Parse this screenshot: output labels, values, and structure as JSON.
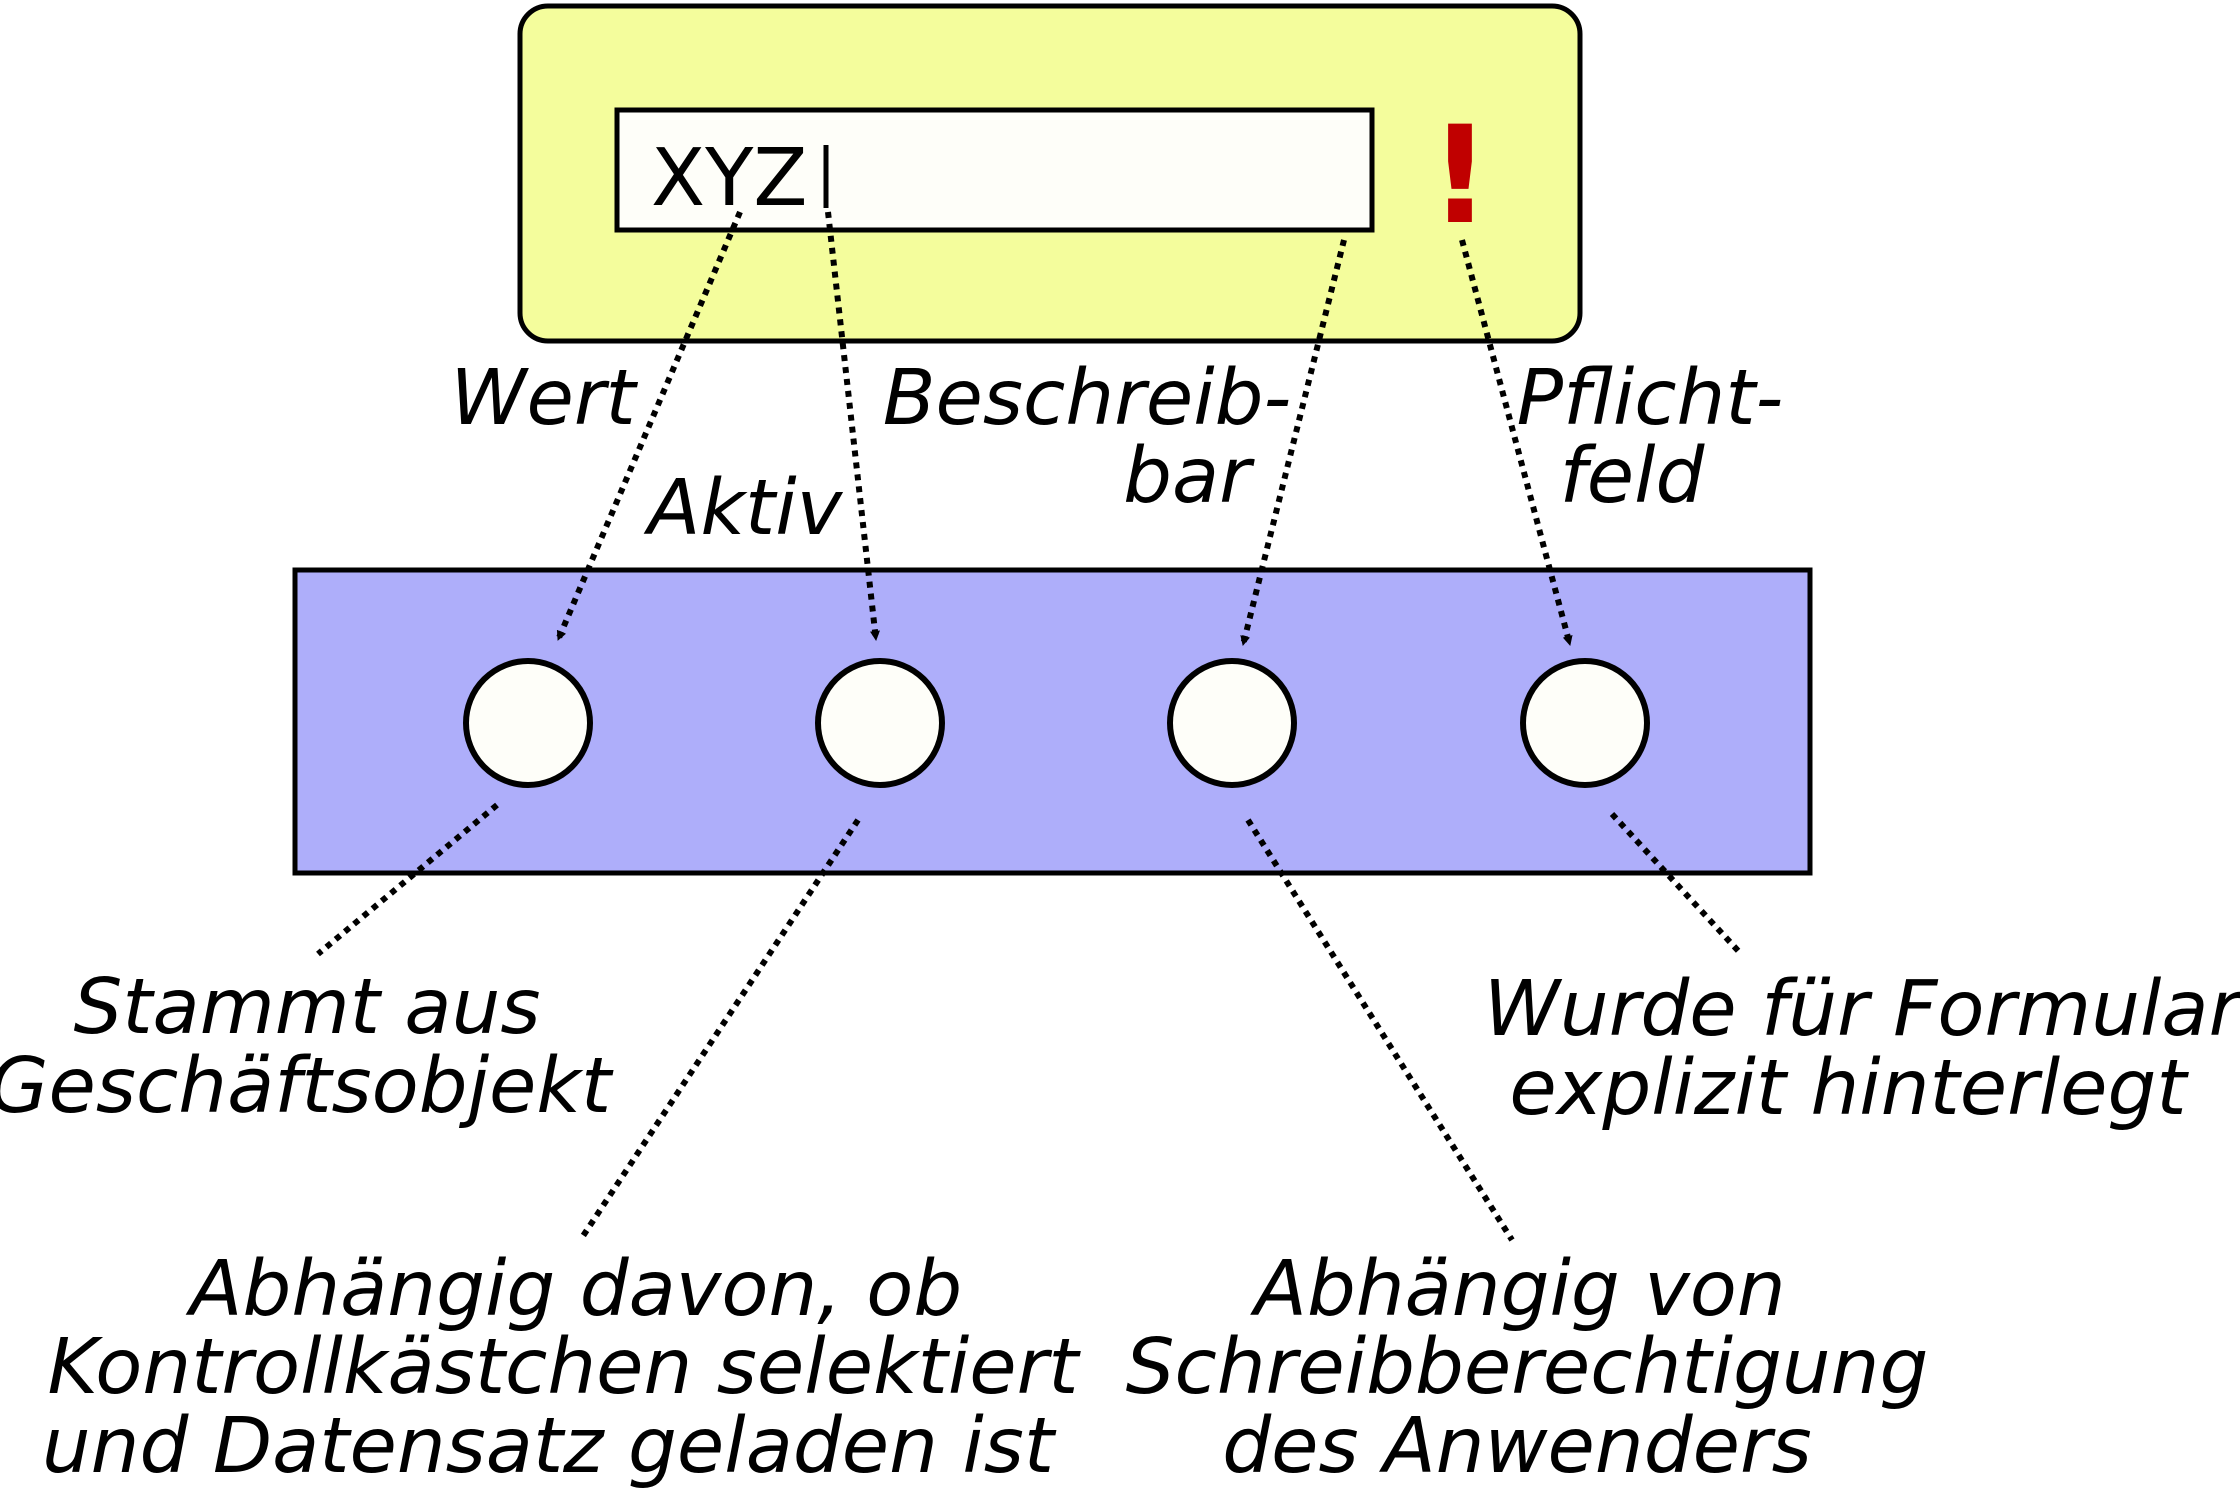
{
  "field": {
    "value": "XYZ",
    "mandatory_mark": "!"
  },
  "labels": {
    "wert": "Wert",
    "aktiv": "Aktiv",
    "beschreibbar": [
      "Beschreib-",
      "bar"
    ],
    "pflichtfeld": [
      "Pflicht-",
      "feld"
    ]
  },
  "descriptions": {
    "wert": [
      "Stammt aus",
      "Geschäftsobjekt"
    ],
    "aktiv": [
      "Abhängig davon, ob",
      "Kontrollkästchen selektiert",
      "und Datensatz geladen ist"
    ],
    "beschreibbar": [
      "Abhängig von",
      "Schreibberechtigung",
      "des Anwenders"
    ],
    "pflichtfeld": [
      "Wurde für Formular",
      "explizit hinterlegt"
    ]
  },
  "colors": {
    "form_panel": "#f4fd9c",
    "attribute_panel": "#aeaefa",
    "circle_fill": "#fefef9",
    "mandatory_mark": "#c00000"
  }
}
